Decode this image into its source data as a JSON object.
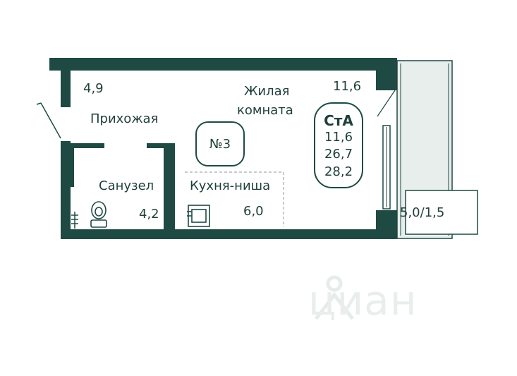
{
  "unit": {
    "number": "№3",
    "type_code": "СтА"
  },
  "summary": {
    "living_area": "11,6",
    "total_area": "26,7",
    "total_area_with_balcony": "28,2"
  },
  "rooms": {
    "hallway": {
      "name": "Прихожая",
      "area": "4,9"
    },
    "living_room": {
      "name_line1": "Жилая",
      "name_line2": "комната",
      "area": "11,6"
    },
    "bathroom": {
      "name": "Санузел",
      "area": "4,2"
    },
    "kitchen": {
      "name": "Кухня-ниша",
      "area": "6,0"
    },
    "balcony": {
      "area": "5,0/1,5"
    }
  },
  "watermark": {
    "text": "циан"
  },
  "colors": {
    "wall": "#1f4a44",
    "floor": "#ffffff",
    "balcony_fill": "#e8eeec",
    "text": "#1f3f3a"
  }
}
